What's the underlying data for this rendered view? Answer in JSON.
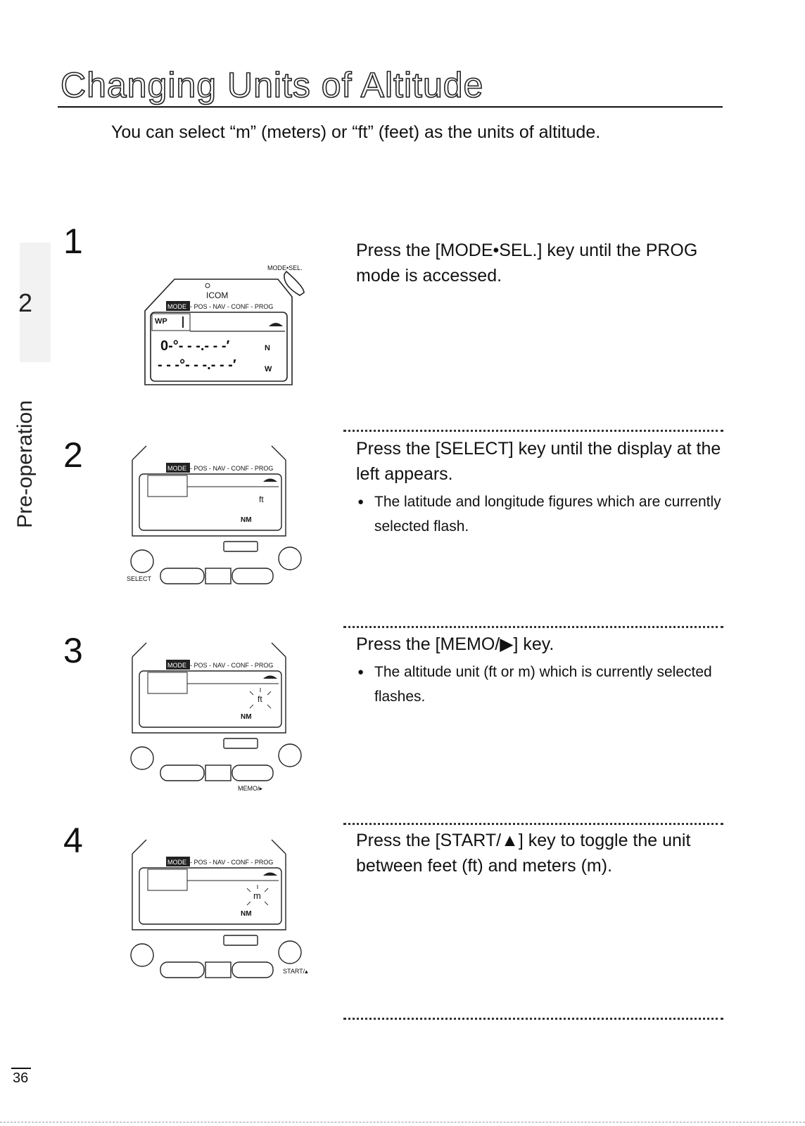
{
  "page": {
    "title": "Changing Units of Altitude",
    "intro": "You can select “m” (meters) or “ft” (feet) as the units of altitude.",
    "section_number": "2",
    "section_label": "Pre-operation",
    "page_number": "36"
  },
  "device": {
    "brand": "ICOM",
    "mode_badge": "MODE",
    "mode_list": "- POS - NAV - CONF - PROG",
    "wp_label": "WP",
    "lat_placeholder": "0-°- - -.- - -′",
    "lon_placeholder": "- - -°- - -.- - -′",
    "north": "N",
    "west": "W",
    "unit_ft": "ft",
    "unit_m": "m",
    "unit_nm": "NM",
    "key_mode_sel": "MODE•SEL.",
    "key_select": "SELECT",
    "key_memo": "MEMO/▸",
    "key_start": "START/▴"
  },
  "steps": [
    {
      "number": "1",
      "text": "Press the [MODE•SEL.] key until the PROG mode is accessed.",
      "bullets": []
    },
    {
      "number": "2",
      "text": "Press the [SELECT] key until the display at the left appears.",
      "bullets": [
        "The latitude and longitude figures which are currently selected flash."
      ]
    },
    {
      "number": "3",
      "text": "Press the [MEMO/▶] key.",
      "bullets": [
        "The altitude unit (ft or m) which is currently selected flashes."
      ]
    },
    {
      "number": "4",
      "text": "Press the [START/▲] key to toggle the unit between feet (ft) and meters (m).",
      "bullets": []
    }
  ]
}
